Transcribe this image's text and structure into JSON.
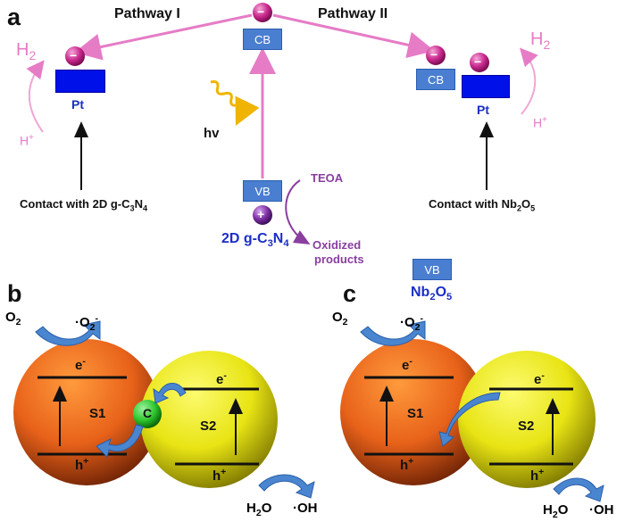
{
  "panels": {
    "a": "a",
    "b": "b",
    "c": "c"
  },
  "panel_a": {
    "pathway1": "Pathway I",
    "pathway2": "Pathway II",
    "cb": "CB",
    "vb": "VB",
    "cb_right": "CB",
    "vb_nb": "VB",
    "hv": "hv",
    "teoa": "TEOA",
    "oxidized": "Oxidized",
    "products": "products",
    "h2_left": "H",
    "h2_left_sub": "2",
    "hplus_left": "H",
    "hplus_left_sup": "+",
    "h2_right": "H",
    "h2_right_sub": "2",
    "hplus_right": "H",
    "hplus_right_sup": "+",
    "pt_left": "Pt",
    "pt_right": "Pt",
    "contact_left": "Contact with 2D g-C",
    "contact_left_s1": "3",
    "contact_left_n": "N",
    "contact_left_s2": "4",
    "contact_right": "Contact with Nb",
    "contact_right_s1": "2",
    "contact_right_o": "O",
    "contact_right_s2": "5",
    "gcn": "2D g-C",
    "gcn_s1": "3",
    "gcn_n": "N",
    "gcn_s2": "4",
    "nb": "Nb",
    "nb_s1": "2",
    "nb_o": "O",
    "nb_s2": "5",
    "minus": "−",
    "plus": "+"
  },
  "panel_b": {
    "o2": "O",
    "o2_sub": "2",
    "superoxide": "·O",
    "superoxide_sub": "2",
    "superoxide_sup": "-",
    "e1": "e",
    "e1_sup": "-",
    "h1": "h",
    "h1_sup": "+",
    "s1": "S1",
    "c": "C",
    "e2": "e",
    "e2_sup": "-",
    "h2": "h",
    "h2_sup": "+",
    "s2": "S2",
    "h2o": "H",
    "h2o_sub": "2",
    "h2o_o": "O",
    "oh": "·OH"
  },
  "panel_c": {
    "o2": "O",
    "o2_sub": "2",
    "superoxide": "·O",
    "superoxide_sub": "2",
    "superoxide_sup": "-",
    "e1": "e",
    "e1_sup": "-",
    "h1": "h",
    "h1_sup": "+",
    "s1": "S1",
    "e2": "e",
    "e2_sup": "-",
    "h2": "h",
    "h2_sup": "+",
    "s2": "S2",
    "h2o": "H",
    "h2o_sub": "2",
    "h2o_o": "O",
    "oh": "·OH"
  },
  "colors": {
    "pink_arrow": "#e67cc6",
    "band_box": "#4a7ed0",
    "pt_box": "#0010e8",
    "electron": "#c8288c",
    "hole": "#7a2fa0",
    "orange_sphere": "#e8621a",
    "yellow_sphere": "#e8e414",
    "c_sphere": "#2ec82e",
    "curved_arrow": "#4a86d0",
    "gold_wave": "#f0b400"
  }
}
